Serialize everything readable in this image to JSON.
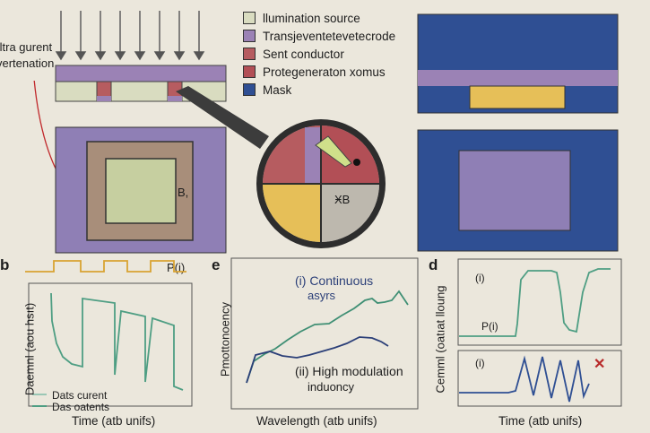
{
  "legend": {
    "items": [
      {
        "label": "llumination source",
        "color": "#d9dcc0"
      },
      {
        "label": "Transjeventetevetecrode",
        "color": "#9b82b5"
      },
      {
        "label": "Sent conductor",
        "color": "#b65c60"
      },
      {
        "label": "Protegeneraton xomus",
        "color": "#b24f56"
      },
      {
        "label": "Mask",
        "color": "#2f4f93"
      }
    ]
  },
  "panel_a": {
    "side_label_1": "ıltra gurent",
    "side_label_2": "vertenation",
    "inner_label": "B,",
    "zoom_label": "ӾB"
  },
  "panel_b": {
    "letter": "b",
    "pulse_label": "P(i)",
    "ylabel": "Daemnl (aou hsıt)",
    "xlabel": "Time (atb unifs)",
    "legend_1": "Dats curent",
    "legend_2": "Das oatents",
    "color": "#4e9e83"
  },
  "panel_e": {
    "letter": "e",
    "ylabel": "Pmottonoency",
    "xlabel": "Wavelength (atb unifs)",
    "label_i_1": "(i) Continuous",
    "label_i_2": "asyrs",
    "label_ii_1": "(ii) High modulation",
    "label_ii_2": "induoncy",
    "color_i": "#3f8f74",
    "color_ii": "#2b3f78"
  },
  "panel_d": {
    "letter": "d",
    "ylabel": "Cemml (oatıat lloung",
    "xlabel": "Time (atb unifs)",
    "top_label": "(i)",
    "p_label": "P(i)",
    "bottom_label": "(i)",
    "cross_symbol": "✕",
    "color_top": "#4e9e83",
    "color_bottom": "#2f4f93",
    "cross_color": "#b82a2a"
  }
}
